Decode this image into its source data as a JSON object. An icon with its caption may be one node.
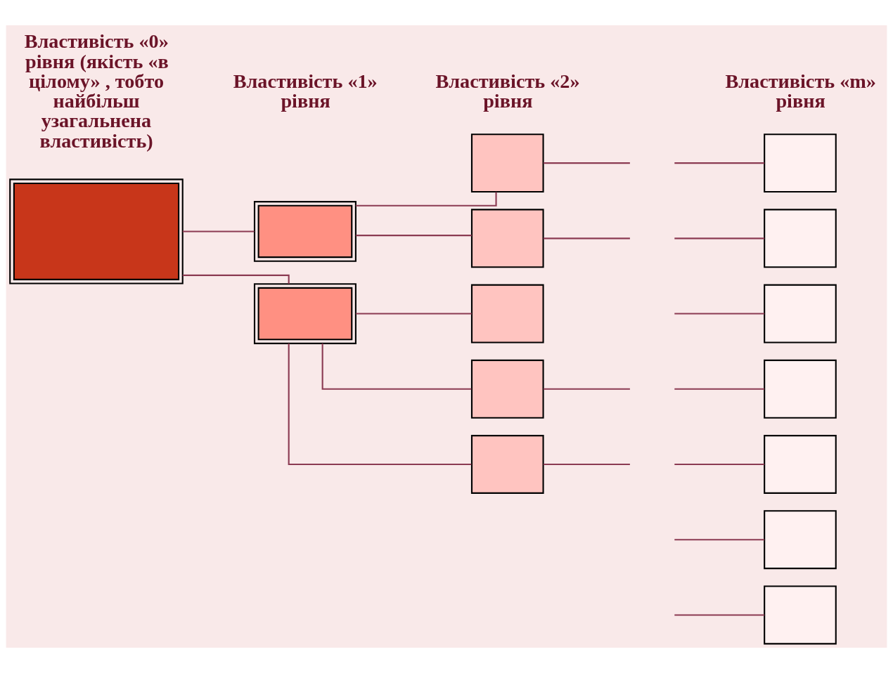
{
  "diagram": {
    "nodes": [
      {
        "text": [],
        "shape": "box"
      },
      {
        "text": [],
        "shape": "box"
      },
      {
        "text": [],
        "shape": "box"
      },
      {
        "text": [],
        "shape": "box"
      },
      {
        "text": [],
        "shape": "box"
      },
      {
        "text": [],
        "shape": "box"
      },
      {
        "text": [],
        "shape": "box"
      },
      {
        "text": [],
        "shape": "box"
      },
      {
        "text": [],
        "shape": "box"
      },
      {
        "text": [],
        "shape": "box"
      },
      {
        "text": [],
        "shape": "box"
      },
      {
        "text": [],
        "shape": "box"
      },
      {
        "text": [],
        "shape": "box"
      },
      {
        "text": [],
        "shape": "box"
      },
      {
        "text": [],
        "shape": "box"
      }
    ],
    "edges": [
      {
        "from": 0,
        "to": 1,
        "arrow": "none"
      },
      {
        "from": 0,
        "to": 2,
        "arrow": "none"
      },
      {
        "from": 1,
        "to": 3,
        "arrow": "none"
      },
      {
        "from": 1,
        "to": 4,
        "arrow": "none"
      },
      {
        "from": 2,
        "to": 5,
        "arrow": "none"
      },
      {
        "from": 2,
        "to": 6,
        "arrow": "none"
      },
      {
        "from": 2,
        "to": 7,
        "arrow": "none"
      },
      {
        "from": 3,
        "to": null,
        "arrow": "none"
      },
      {
        "from": 4,
        "to": null,
        "arrow": "none"
      },
      {
        "from": 6,
        "to": null,
        "arrow": "none"
      },
      {
        "from": 7,
        "to": null,
        "arrow": "none"
      },
      {
        "from": null,
        "to": 8,
        "arrow": "none"
      },
      {
        "from": null,
        "to": 9,
        "arrow": "none"
      },
      {
        "from": null,
        "to": 10,
        "arrow": "none"
      },
      {
        "from": null,
        "to": 11,
        "arrow": "none"
      },
      {
        "from": null,
        "to": 12,
        "arrow": "none"
      },
      {
        "from": null,
        "to": 13,
        "arrow": "none"
      },
      {
        "from": null,
        "to": 14,
        "arrow": "none"
      }
    ],
    "labels": [
      "Властивість «0» рівня (якість «в цілому» , тобто найбільш узагальнена властивість)",
      "Властивість «1» рівня",
      "Властивість «2» рівня",
      "Властивість «m» рівня"
    ]
  }
}
